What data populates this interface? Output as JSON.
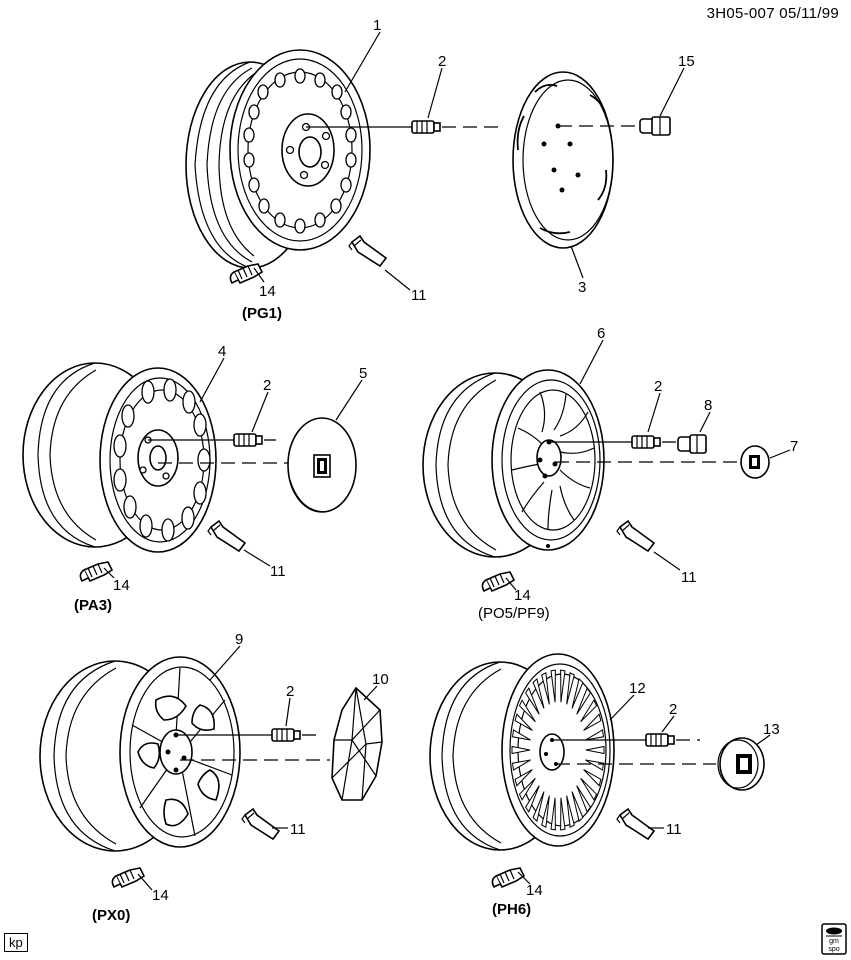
{
  "header": {
    "doc_id": "3H05-007  05/11/99"
  },
  "footer": {
    "left_tag": "kp",
    "logo_text_top": "gm",
    "logo_text_bottom": "spo"
  },
  "groups": [
    {
      "option_code": "(PG1)"
    },
    {
      "option_code": "(PA3)"
    },
    {
      "option_code": "(PO5/PF9)"
    },
    {
      "option_code": "(PX0)"
    },
    {
      "option_code": "(PH6)"
    }
  ],
  "callouts": {
    "g1": [
      "1",
      "2",
      "15",
      "3",
      "14",
      "11"
    ],
    "g2": [
      "4",
      "2",
      "5",
      "14",
      "11"
    ],
    "g3": [
      "6",
      "2",
      "8",
      "7",
      "14",
      "11"
    ],
    "g4": [
      "9",
      "2",
      "10",
      "11",
      "14"
    ],
    "g5": [
      "12",
      "2",
      "13",
      "11",
      "14"
    ]
  }
}
